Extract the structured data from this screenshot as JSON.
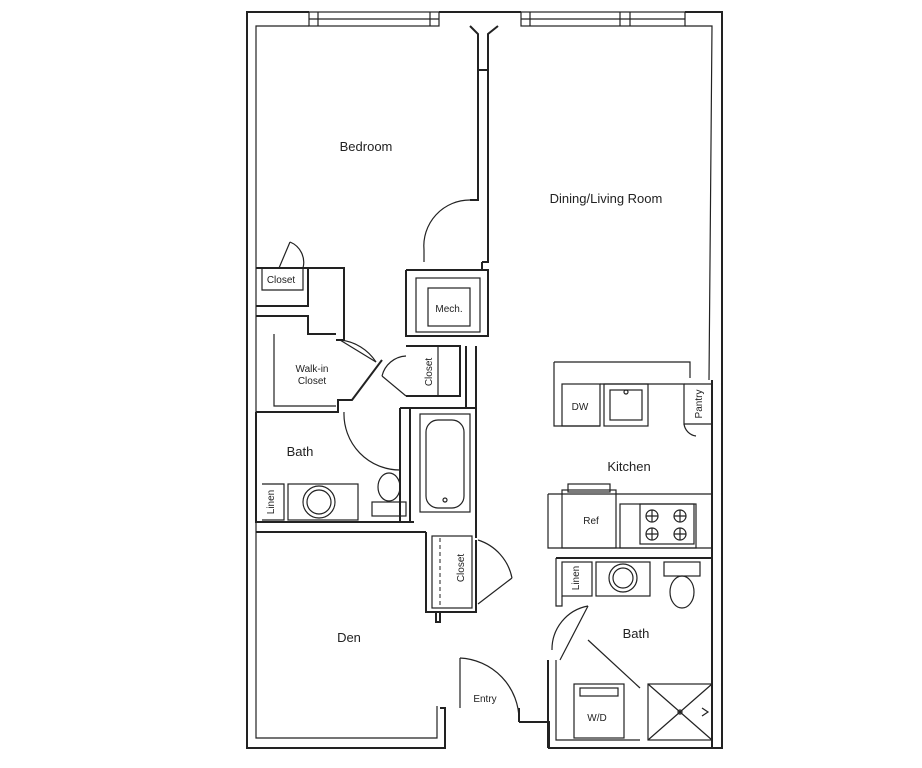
{
  "rooms": {
    "bedroom": "Bedroom",
    "dining_living": "Dining/Living Room",
    "kitchen": "Kitchen",
    "den": "Den",
    "bath_1": "Bath",
    "bath_2": "Bath",
    "entry": "Entry",
    "closet_bedroom": "Closet",
    "walk_in_line1": "Walk-in",
    "walk_in_line2": "Closet",
    "mech": "Mech.",
    "closet_hall": "Closet",
    "closet_den": "Closet",
    "linen_1": "Linen",
    "linen_2": "Linen",
    "pantry": "Pantry"
  },
  "fixtures": {
    "dishwasher": "DW",
    "refrigerator": "Ref",
    "washer_dryer": "W/D"
  }
}
